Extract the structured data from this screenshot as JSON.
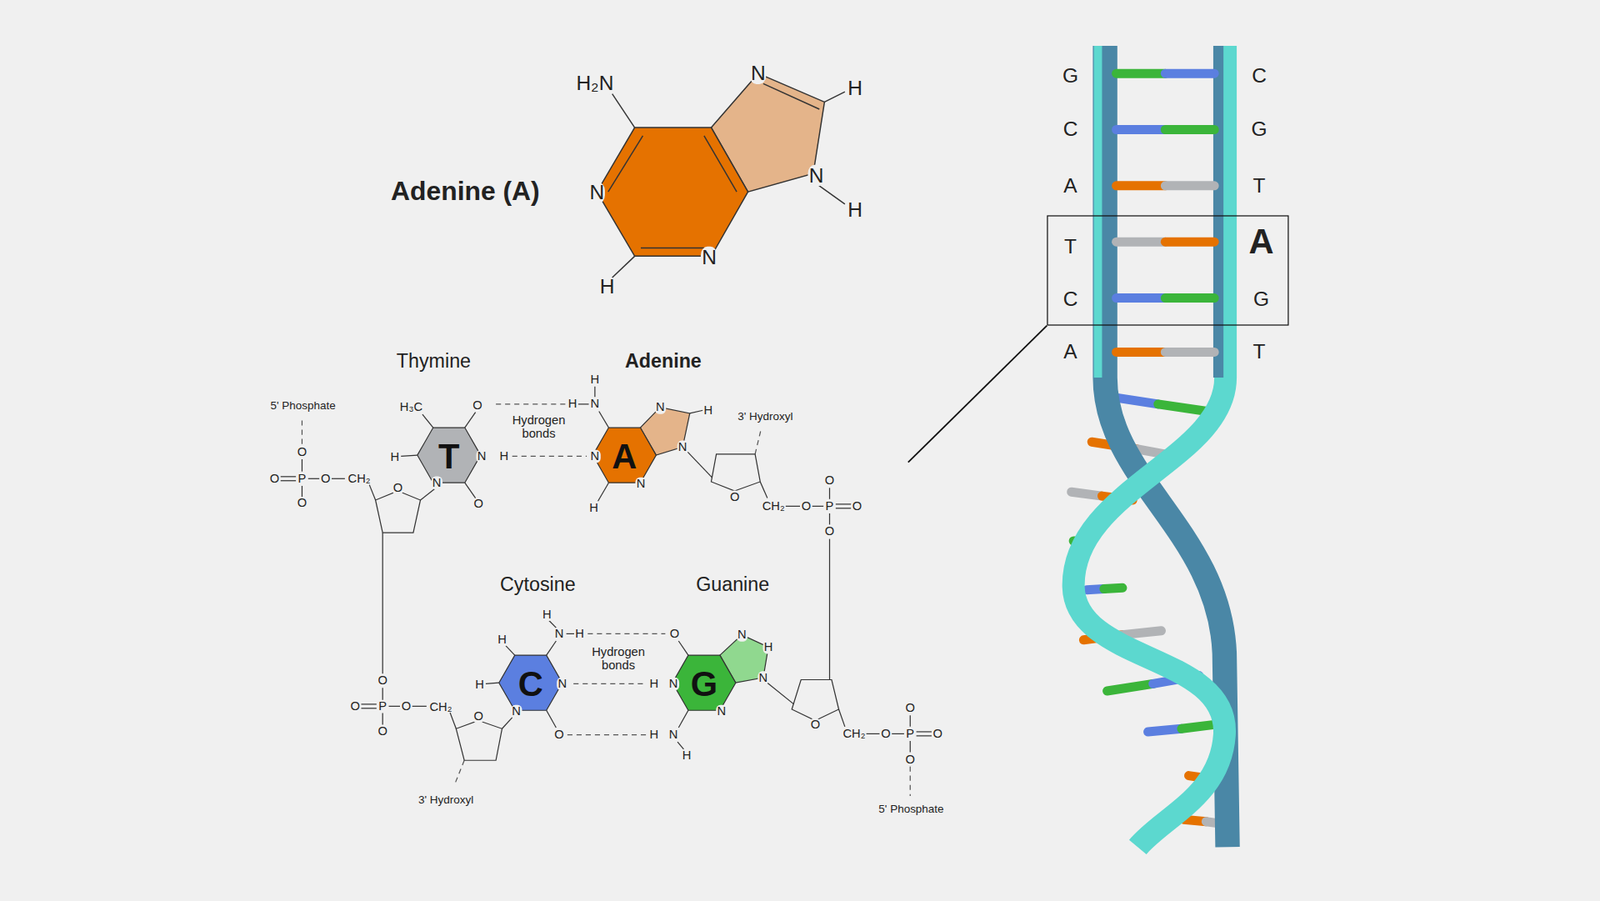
{
  "diagram": {
    "nodes": [
      {
        "text": [
          "T",
          "A",
          "C",
          "G"
        ]
      },
      {
        "text": [
          "T"
        ]
      },
      {
        "text": [
          "A"
        ]
      },
      {
        "text": [
          "C"
        ]
      },
      {
        "text": [
          "G"
        ]
      }
    ],
    "labels": [
      "Adenine (A)",
      "G",
      "C",
      "C",
      "G",
      "A",
      "T",
      "A",
      "T",
      "H₂N",
      "N",
      "H",
      "N",
      "H",
      "N",
      "N",
      "H",
      "Thymine",
      "Adenine",
      "5' Phosphate",
      "O",
      "O",
      "P",
      "O",
      "CH₂",
      "O",
      "H₃C",
      "O",
      "H",
      "N",
      "H",
      "N",
      "O",
      "O",
      "Hydrogen bonds",
      "H",
      "H",
      "N",
      "N",
      "H",
      "N",
      "N",
      "N",
      "H",
      "3' Hydroxyl",
      "O",
      "CH₂",
      "O",
      "P",
      "O",
      "O",
      "O",
      "Cytosine",
      "Guanine",
      "H",
      "N",
      "H",
      "O",
      "H",
      "Hydrogen bonds",
      "H",
      "N",
      "H",
      "N",
      "N",
      "H",
      "N",
      "N",
      "N",
      "O",
      "H",
      "N",
      "H",
      "O",
      "O",
      "P",
      "O",
      "CH₂",
      "O",
      "O",
      "3' Hydroxyl",
      "O",
      "CH₂",
      "O",
      "P",
      "O",
      "O",
      "O",
      "5' Phosphate"
    ]
  }
}
